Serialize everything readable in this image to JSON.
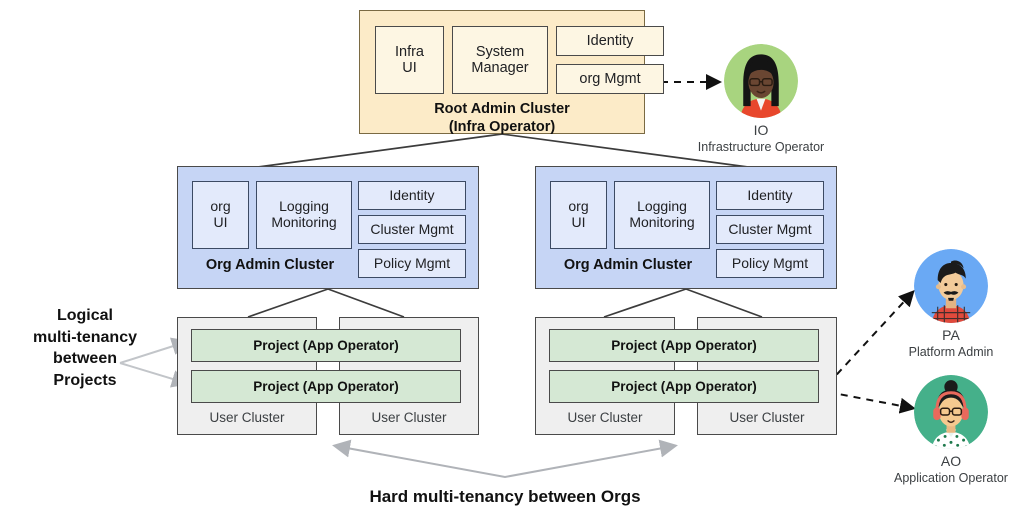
{
  "diagram": {
    "root_cluster": {
      "title_line1": "Root Admin Cluster",
      "title_line2": "(Infra Operator)",
      "components": [
        {
          "label_line1": "Infra",
          "label_line2": "UI"
        },
        {
          "label_line1": "System",
          "label_line2": "Manager"
        },
        {
          "label_line1": "Identity",
          "label_line2": ""
        },
        {
          "label_line1": "org Mgmt",
          "label_line2": ""
        }
      ],
      "fill": "#fcebc8",
      "inner_fill": "#fdf6e3"
    },
    "org_clusters": [
      {
        "title": "Org Admin Cluster",
        "components": [
          {
            "label_line1": "org",
            "label_line2": "UI"
          },
          {
            "label_line1": "Logging",
            "label_line2": "Monitoring"
          },
          {
            "label_line1": "Identity",
            "label_line2": ""
          },
          {
            "label_line1": "Cluster Mgmt",
            "label_line2": ""
          },
          {
            "label_line1": "Policy Mgmt",
            "label_line2": ""
          }
        ],
        "fill": "#c6d5f5",
        "inner_fill": "#e3eafb"
      },
      {
        "title": "Org Admin Cluster",
        "components": [
          {
            "label_line1": "org",
            "label_line2": "UI"
          },
          {
            "label_line1": "Logging",
            "label_line2": "Monitoring"
          },
          {
            "label_line1": "Identity",
            "label_line2": ""
          },
          {
            "label_line1": "Cluster Mgmt",
            "label_line2": ""
          },
          {
            "label_line1": "Policy Mgmt",
            "label_line2": ""
          }
        ],
        "fill": "#c6d5f5",
        "inner_fill": "#e3eafb"
      }
    ],
    "user_clusters": [
      {
        "label": "User Cluster",
        "project": "Project (App Operator)"
      },
      {
        "label": "User Cluster",
        "project": "Project (App Operator)"
      },
      {
        "label": "User Cluster",
        "project": "Project (App Operator)"
      },
      {
        "label": "User Cluster",
        "project": "Project  (App Operator)"
      }
    ],
    "project_fill": "#d5e8d4",
    "user_cluster_fill": "#efefef",
    "annotations": {
      "logical": "Logical\nmulti-tenancy\nbetween\nProjects",
      "logical_lines": [
        "Logical",
        "multi-tenancy",
        "between",
        "Projects"
      ],
      "hard": "Hard multi-tenancy between Orgs"
    },
    "personas": [
      {
        "abbr": "IO",
        "full": "Infrastructure Operator",
        "circle_color": "#a8d47f",
        "skin": "#6a4632",
        "hair": "#141414",
        "shirt": "#e8472c"
      },
      {
        "abbr": "PA",
        "full": "Platform Admin",
        "circle_color": "#6aa9f4",
        "skin": "#f2cb9a",
        "hair": "#1b1b1b",
        "shirt": "#e04a3c"
      },
      {
        "abbr": "AO",
        "full": "Application Operator",
        "circle_color": "#45b08a",
        "skin": "#f5c98f",
        "hair": "#1b1b1b",
        "shirt": "#ffffff",
        "accent": "#e8695c"
      }
    ]
  }
}
